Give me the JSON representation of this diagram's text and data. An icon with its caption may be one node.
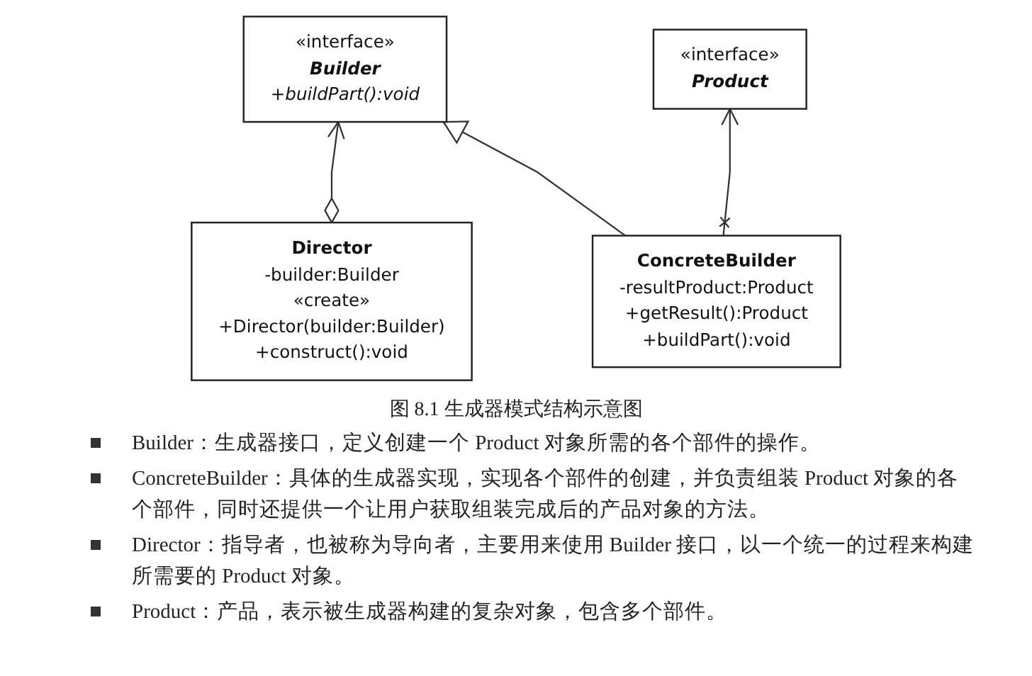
{
  "diagram": {
    "caption": "图 8.1 生成器模式结构示意图",
    "nodes": [
      {
        "text": [
          "Director",
          "-builder:Builder",
          "«create»",
          "+Director(builder:Builder)",
          "+construct():void"
        ]
      },
      {
        "text": [
          "«interface»",
          "Builder",
          "+buildPart():void"
        ]
      },
      {
        "text": [
          "ConcreteBuilder",
          "-resultProduct:Product",
          "+getResult():Product",
          "+buildPart():void"
        ]
      },
      {
        "text": [
          "«interface»",
          "Product"
        ]
      }
    ],
    "edges": [
      {
        "from": 0,
        "to": 1,
        "arrow": "to"
      },
      {
        "from": 2,
        "to": 1,
        "arrow": "to"
      },
      {
        "from": 2,
        "to": 3,
        "arrow": "to"
      }
    ],
    "labels": [
      "Builder：生成器接口，定义创建一个 Product 对象所需的各个部件的操作。",
      "ConcreteBuilder：具体的生成器实现，实现各个部件的创建，并负责组装 Product 对象的各个部件，同时还提供一个让用户获取组装完成后的产品对象的方法。",
      "Director：指导者，也被称为导向者，主要用来使用 Builder 接口，以一个统一的过程来构建所需要的 Product 对象。",
      "Product：产品，表示被生成器构建的复杂对象，包含多个部件。"
    ]
  }
}
